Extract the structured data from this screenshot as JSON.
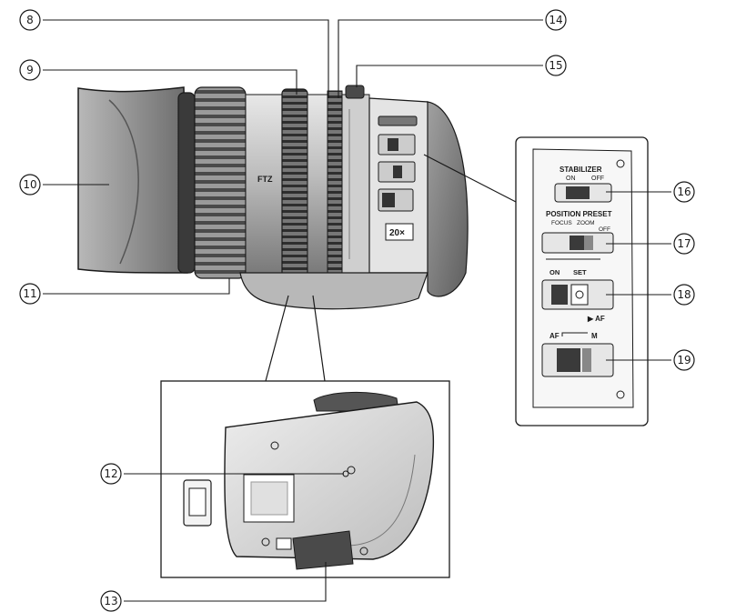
{
  "callouts": [
    {
      "id": "8",
      "label": "8"
    },
    {
      "id": "9",
      "label": "9"
    },
    {
      "id": "10",
      "label": "10"
    },
    {
      "id": "11",
      "label": "11"
    },
    {
      "id": "12",
      "label": "12"
    },
    {
      "id": "13",
      "label": "13"
    },
    {
      "id": "14",
      "label": "14"
    },
    {
      "id": "15",
      "label": "15"
    },
    {
      "id": "16",
      "label": "16"
    },
    {
      "id": "17",
      "label": "17"
    },
    {
      "id": "18",
      "label": "18"
    },
    {
      "id": "19",
      "label": "19"
    }
  ],
  "panel": {
    "stabilizer": "STABILIZER",
    "stabilizer_on": "ON",
    "stabilizer_off": "OFF",
    "position_preset": "POSITION PRESET",
    "focus": "FOCUS",
    "zoom": "ZOOM",
    "off": "OFF",
    "on": "ON",
    "set": "SET",
    "af_arrow": "▶ AF",
    "af": "AF",
    "m": "M"
  },
  "lens": {
    "brand": "FTZ",
    "zoom_badge": "20×"
  },
  "colors": {
    "line": "#1a1a1a",
    "body_dark": "#3a3a3a",
    "body_mid": "#8a8a8a",
    "body_light": "#d6d6d6",
    "hood": "#9c9c9c"
  }
}
